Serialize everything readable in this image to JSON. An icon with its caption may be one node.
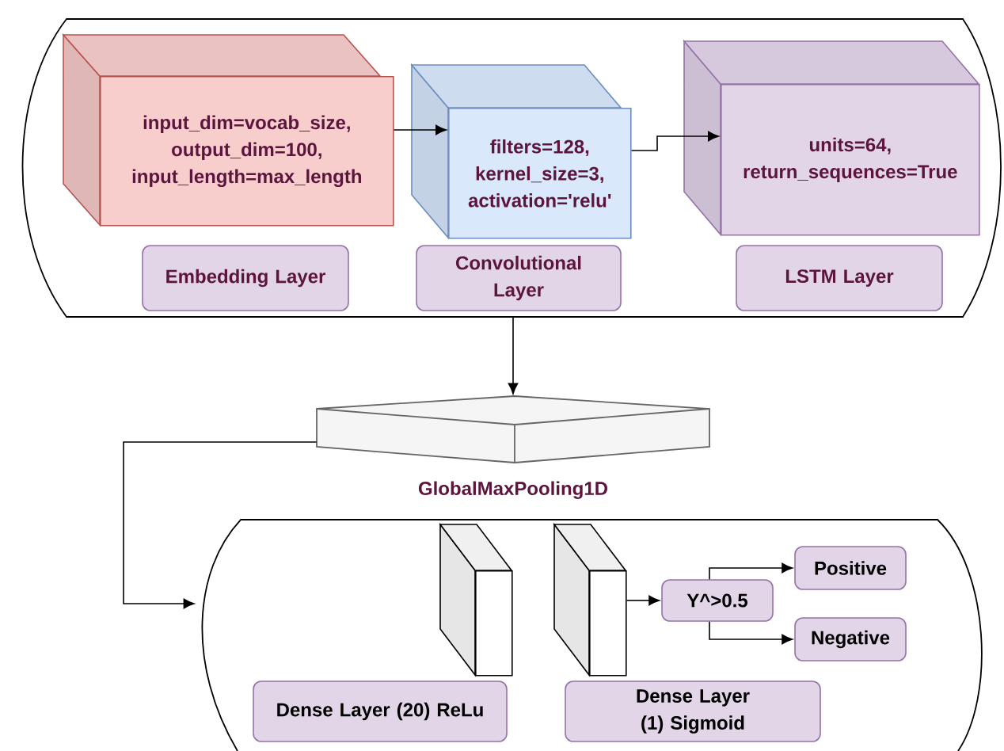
{
  "diagram": {
    "nodes": [
      {
        "text": [],
        "shape": "box"
      },
      {
        "text": [
          "input_dim=vocab_size, output_dim=100, input_length=max_length"
        ],
        "in": 0
      },
      {
        "text": [
          "filters=128, kernel_size=3, activation='relu'"
        ],
        "in": 0
      },
      {
        "text": [
          "units=64, return_sequences=True"
        ],
        "in": 0
      },
      {
        "text": [
          "Embedding Layer"
        ],
        "in": 0
      },
      {
        "text": [
          "Convolutional Layer"
        ],
        "in": 0
      },
      {
        "text": [
          "LSTM Layer"
        ],
        "in": 0
      },
      {
        "text": [],
        "shape": "box",
        "beside": [
          "GlobalMaxPooling1D"
        ]
      },
      {
        "text": [],
        "shape": "box"
      },
      {
        "text": [],
        "shape": "box",
        "in": 8
      },
      {
        "text": [],
        "shape": "box",
        "in": 8
      },
      {
        "text": [
          "Dense Layer (20) ReLu"
        ],
        "in": 8
      },
      {
        "text": [
          "Dense Layer (1) Sigmoid"
        ],
        "in": 8
      },
      {
        "text": [
          "Y^>0.5"
        ],
        "in": 8
      },
      {
        "text": [
          "Positive"
        ],
        "in": 8
      },
      {
        "text": [
          "Negative"
        ],
        "in": 8
      }
    ],
    "edges": [
      {
        "from": 1,
        "to": 2,
        "arrow": "to"
      },
      {
        "from": 2,
        "to": 3,
        "arrow": "to"
      },
      {
        "from": 0,
        "to": 7,
        "arrow": "to"
      },
      {
        "from": 7,
        "to": 8,
        "arrow": "to"
      },
      {
        "from": 10,
        "to": 13,
        "arrow": "to"
      },
      {
        "from": 13,
        "to": 14,
        "arrow": "to"
      },
      {
        "from": 13,
        "to": 15,
        "arrow": "to"
      }
    ]
  }
}
